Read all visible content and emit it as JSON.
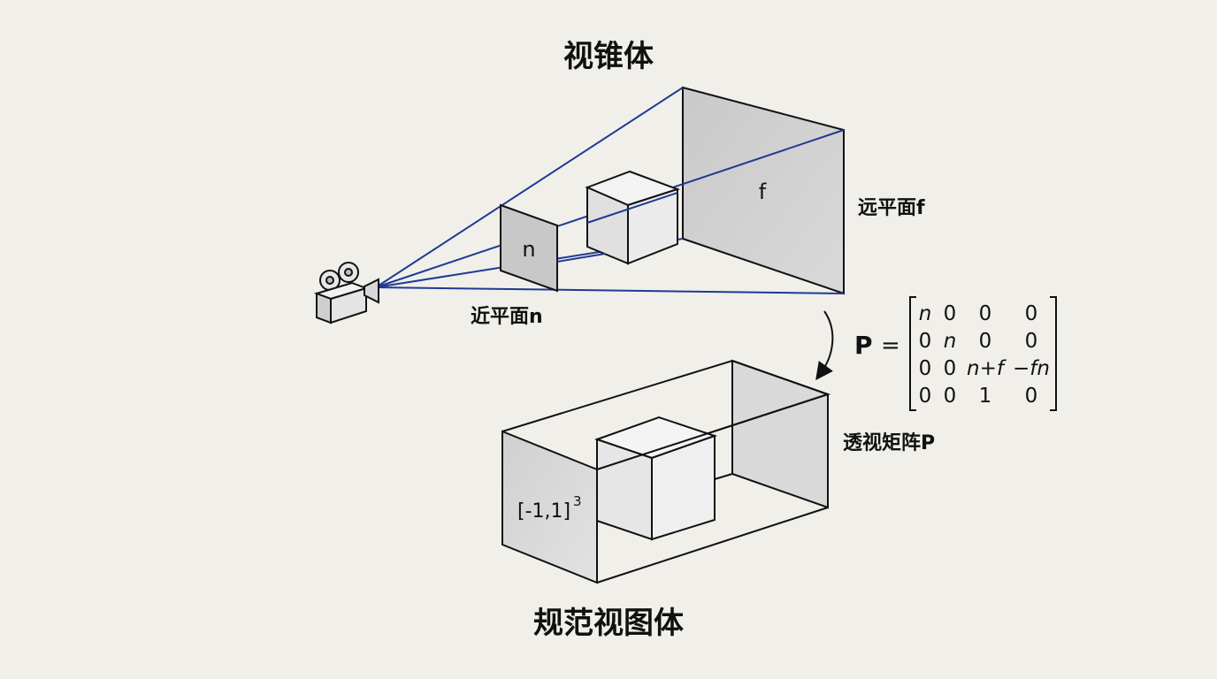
{
  "title_top": "视锥体",
  "title_bottom": "规范视图体",
  "near_plane": {
    "letter": "n",
    "label": "近平面n"
  },
  "far_plane": {
    "letter": "f",
    "label": "远平面f"
  },
  "canonical_box": {
    "label_main": "[-1,1]",
    "label_sup": "3"
  },
  "transform": {
    "label": "透视矩阵P",
    "symbol": "P",
    "equals": "=",
    "matrix": [
      [
        "n",
        "0",
        "0",
        "0"
      ],
      [
        "0",
        "n",
        "0",
        "0"
      ],
      [
        "0",
        "0",
        "n+f",
        "−fn"
      ],
      [
        "0",
        "0",
        "1",
        "0"
      ]
    ]
  },
  "colors": {
    "background": "#f1efea",
    "frustum_lines": "#1f3a93",
    "plane_fill": "#cfcfcf",
    "box_fill": "#d4d4d4",
    "stroke": "#111111"
  },
  "icons": [
    "camera-icon",
    "curved-arrow-icon"
  ]
}
